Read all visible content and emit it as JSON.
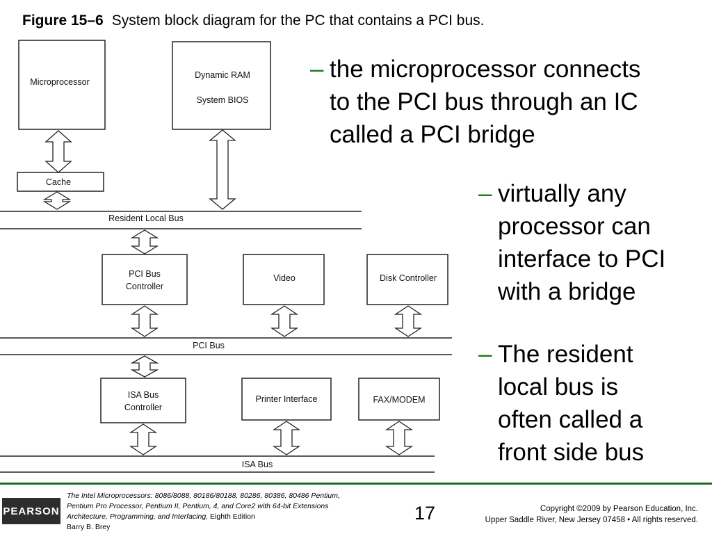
{
  "title": {
    "figure_label": "Figure 15–6",
    "text": "System block diagram for the PC that contains a PCI bus."
  },
  "diagram": {
    "blocks": {
      "microprocessor": "Microprocessor",
      "dram_line1": "Dynamic RAM",
      "dram_line2": "System BIOS",
      "cache": "Cache",
      "pci_ctrl_line1": "PCI Bus",
      "pci_ctrl_line2": "Controller",
      "video": "Video",
      "disk": "Disk Controller",
      "isa_ctrl_line1": "ISA Bus",
      "isa_ctrl_line2": "Controller",
      "printer": "Printer Interface",
      "fax": "FAX/MODEM"
    },
    "buses": {
      "resident": "Resident Local Bus",
      "pci": "PCI Bus",
      "isa": "ISA Bus"
    }
  },
  "bullets": [
    {
      "dash": "–",
      "lines": [
        "the microprocessor connects",
        "to the PCI bus through an IC",
        "called a PCI bridge"
      ]
    },
    {
      "dash": "–",
      "lines": [
        "virtually any",
        "processor can",
        "interface to PCI",
        "with a bridge"
      ]
    },
    {
      "dash": "–",
      "lines": [
        "The resident",
        "local bus is",
        "often called a",
        "front side bus"
      ]
    }
  ],
  "footer": {
    "logo": "PEARSON",
    "book_title": "The Intel Microprocessors:",
    "book_sub1": "8086/8088, 80186/80188, 80286, 80386, 80486 Pentium,",
    "book_sub2": "Pentium Pro Processor, Pentium II, Pentium, 4, and Core2 with 64-bit Extensions",
    "book_sub3": "Architecture, Programming, and Interfacing,",
    "edition": "Eighth Edition",
    "author": "Barry B. Brey",
    "page": "17",
    "copyright1": "Copyright ©2009 by Pearson Education, Inc.",
    "copyright2": "Upper Saddle River, New Jersey 07458 • All rights reserved."
  }
}
